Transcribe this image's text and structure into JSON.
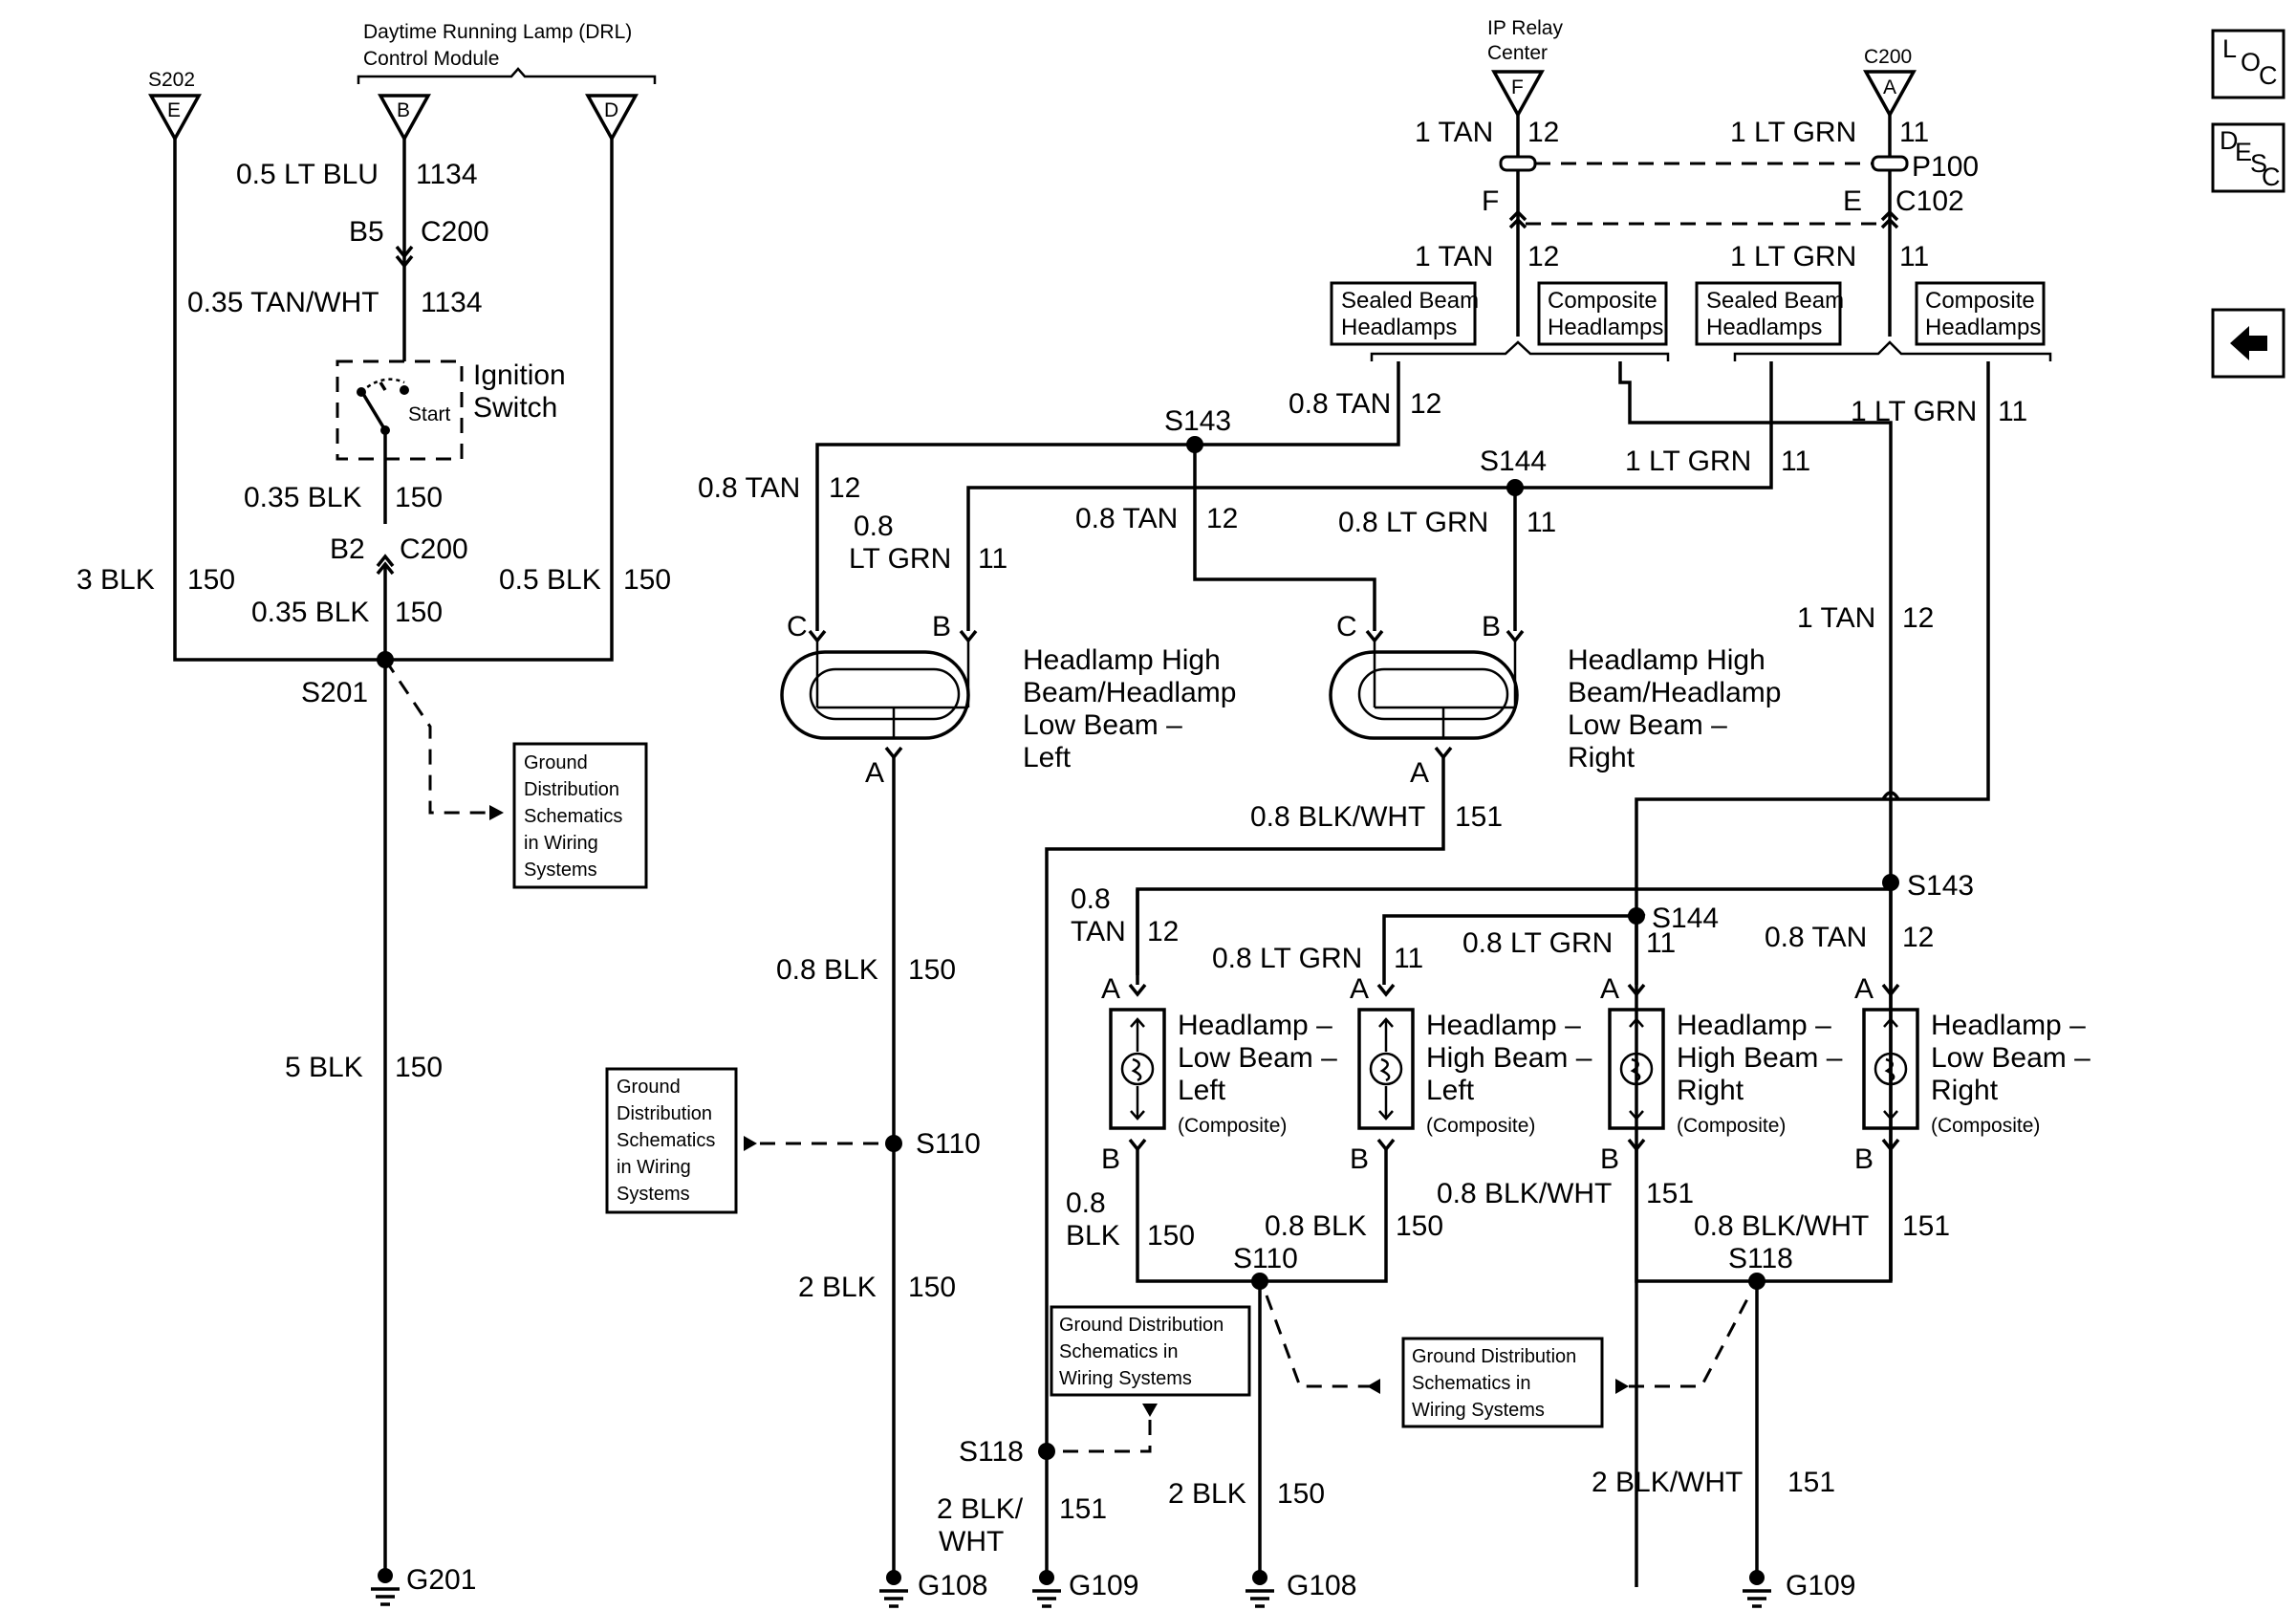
{
  "title_labels": {
    "drl_module": [
      "Daytime Running Lamp (DRL)",
      "Control Module"
    ],
    "ip_relay": [
      "IP Relay",
      "Center"
    ],
    "c200_top": "C200",
    "s202": "S202"
  },
  "connectors": {
    "e": "E",
    "b": "B",
    "d": "D",
    "f": "F",
    "a": "A"
  },
  "left_section": {
    "w1": [
      "0.5 LT BLU",
      "1134"
    ],
    "c200a": [
      "B5",
      "C200"
    ],
    "w2": [
      "0.35 TAN/WHT",
      "1134"
    ],
    "ignition": [
      "Ignition",
      "Switch"
    ],
    "start": "Start",
    "w3": [
      "0.35 BLK",
      "150"
    ],
    "c200b": [
      "B2",
      "C200"
    ],
    "w4": [
      "0.35 BLK",
      "150"
    ],
    "w3blk": [
      "3 BLK",
      "150"
    ],
    "w05blk": [
      "0.5 BLK",
      "150"
    ],
    "s201": "S201",
    "w5blk": [
      "5 BLK",
      "150"
    ],
    "g201": "G201"
  },
  "notes": {
    "gd1": [
      "Ground",
      "Distribution",
      "Schematics",
      "in Wiring",
      "Systems"
    ],
    "gd2": [
      "Ground",
      "Distribution",
      "Schematics",
      "in Wiring",
      "Systems"
    ],
    "gd3": [
      "Ground Distribution",
      "Schematics in",
      "Wiring Systems"
    ],
    "gd4": [
      "Ground Distribution",
      "Schematics in",
      "Wiring Systems"
    ]
  },
  "top_right": {
    "f_tan": [
      "1 TAN",
      "12"
    ],
    "a_ltgrn": [
      "1 LT GRN",
      "11"
    ],
    "p100": "P100",
    "c102": "C102",
    "f_letter": "F",
    "e_letter": "E",
    "f_tan2": [
      "1 TAN",
      "12"
    ],
    "a_ltgrn2": [
      "1 LT GRN",
      "11"
    ],
    "sealed1": [
      "Sealed Beam",
      "Headlamps"
    ],
    "composite1": [
      "Composite",
      "Headlamps"
    ],
    "sealed2": [
      "Sealed Beam",
      "Headlamps"
    ],
    "composite2": [
      "Composite",
      "Headlamps"
    ]
  },
  "middle": {
    "w08tan_top": [
      "0.8 TAN",
      "12"
    ],
    "s143": "S143",
    "s144": "S144",
    "w1ltgrn": [
      "1 LT GRN",
      "11"
    ],
    "w1ltgrn_r": [
      "1 LT GRN",
      "11"
    ],
    "w08tan_l": [
      "0.8 TAN",
      "12"
    ],
    "w08ltgrn_l": [
      "0.8",
      "LT GRN",
      "11"
    ],
    "w08tan_m": [
      "0.8 TAN",
      "12"
    ],
    "w08ltgrn_m": [
      "0.8 LT GRN",
      "11"
    ],
    "w1tan_r": [
      "1 TAN",
      "12"
    ],
    "c_left": "C",
    "b_left": "B",
    "a_left": "A",
    "c_right": "C",
    "b_right": "B",
    "a_right": "A",
    "lamp_left": [
      "Headlamp High",
      "Beam/Headlamp",
      "Low Beam –",
      "Left"
    ],
    "lamp_right": [
      "Headlamp High",
      "Beam/Headlamp",
      "Low Beam –",
      "Right"
    ],
    "w08blkwht": [
      "0.8 BLK/WHT",
      "151"
    ],
    "w08blk": [
      "0.8 BLK",
      "150"
    ],
    "s110": "S110",
    "w2blk": [
      "2 BLK",
      "150"
    ],
    "s118": "S118",
    "w2blkwht": [
      "2 BLK/",
      "WHT",
      "151"
    ],
    "g108": "G108",
    "g109": "G109"
  },
  "composite_section": {
    "s143": "S143",
    "s144": "S144",
    "w_tan1": [
      "0.8",
      "TAN",
      "12"
    ],
    "w_ltgrn1": [
      "0.8 LT GRN",
      "11"
    ],
    "w_ltgrn2": [
      "0.8 LT GRN",
      "11"
    ],
    "w_tan2": [
      "0.8 TAN",
      "12"
    ],
    "a": "A",
    "b": "B",
    "lamps": [
      {
        "name": [
          "Headlamp –",
          "Low Beam –",
          "Left"
        ],
        "sub": "(Composite)"
      },
      {
        "name": [
          "Headlamp –",
          "High Beam –",
          "Left"
        ],
        "sub": "(Composite)"
      },
      {
        "name": [
          "Headlamp –",
          "High Beam –",
          "Right"
        ],
        "sub": "(Composite)"
      },
      {
        "name": [
          "Headlamp –",
          "Low Beam –",
          "Right"
        ],
        "sub": "(Composite)"
      }
    ],
    "w_blk1": [
      "0.8",
      "BLK",
      "150"
    ],
    "w_blk2": [
      "0.8 BLK",
      "150"
    ],
    "w_bw1": [
      "0.8 BLK/WHT",
      "151"
    ],
    "w_bw2": [
      "0.8 BLK/WHT",
      "151"
    ],
    "s110": "S110",
    "s118": "S118",
    "w_2blk": [
      "2 BLK",
      "150"
    ],
    "w_2bw": [
      "2 BLK/WHT",
      "151"
    ],
    "g108": "G108",
    "g109": "G109"
  },
  "side_buttons": {
    "loc": [
      "L",
      "O",
      "C"
    ],
    "desc": [
      "D",
      "E",
      "S",
      "C"
    ],
    "back": "back-arrow-icon"
  }
}
